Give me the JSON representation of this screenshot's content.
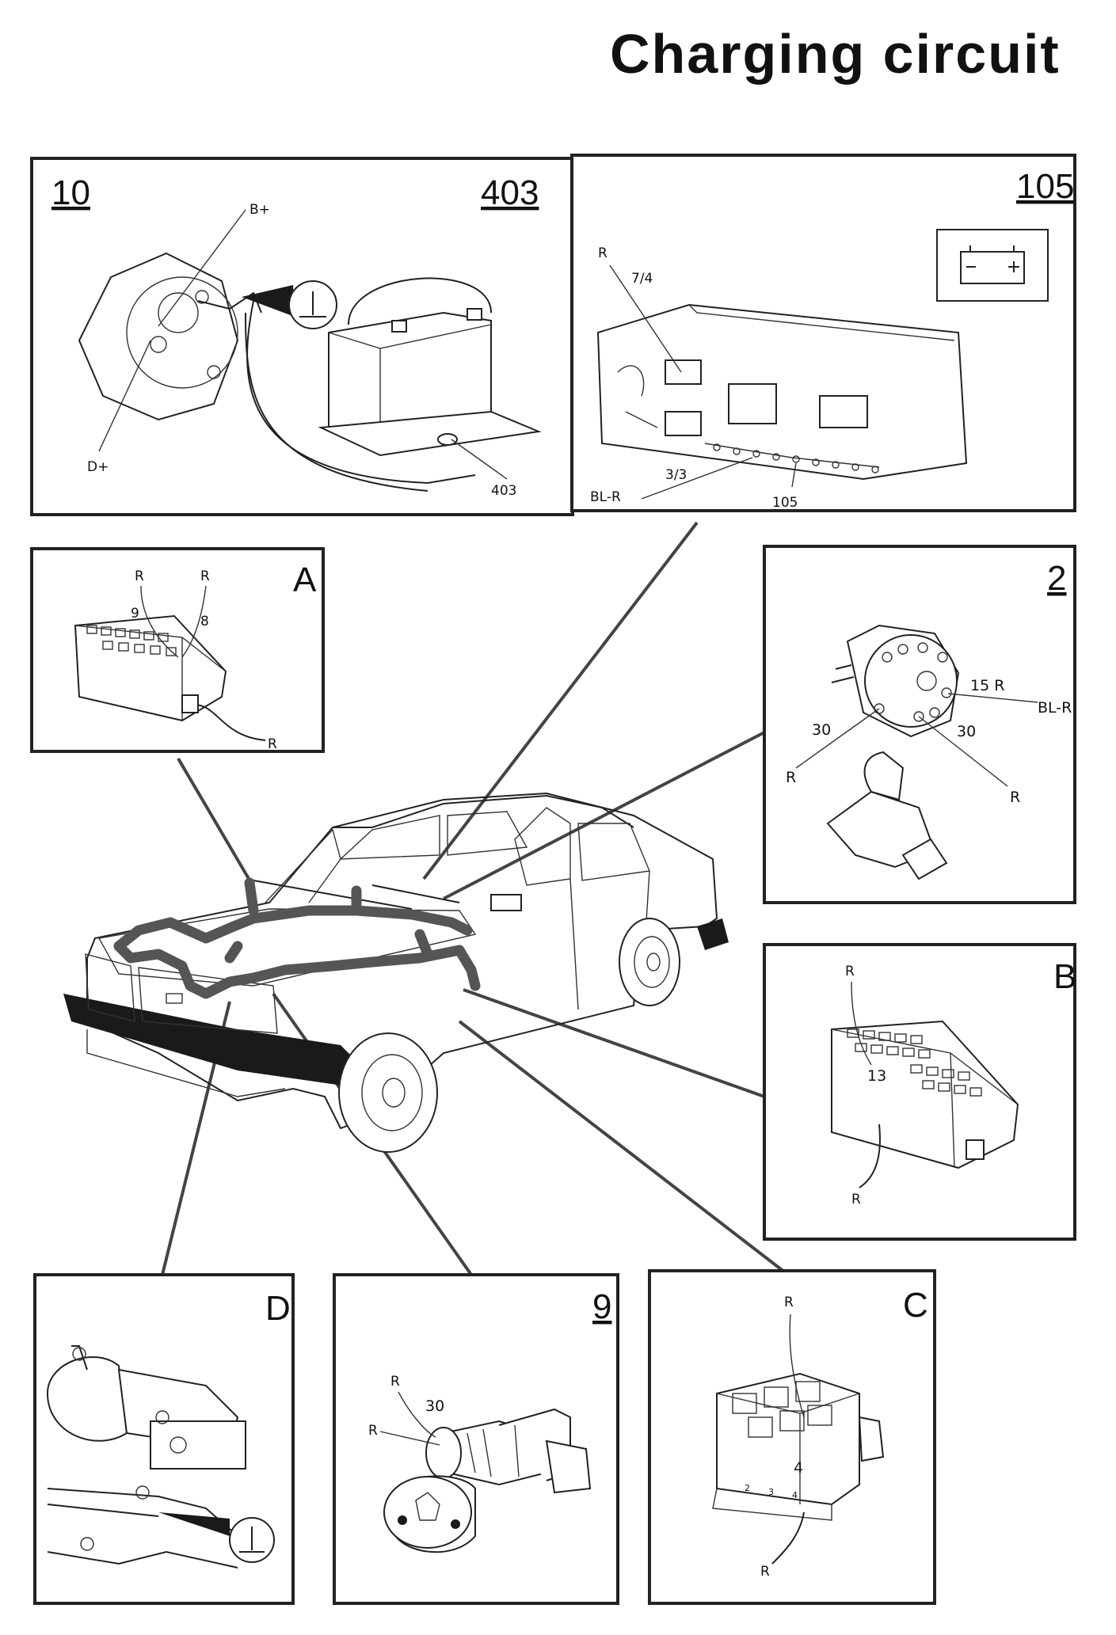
{
  "title": "Charging circuit",
  "panels": {
    "p10": {
      "id_left": "10",
      "id_right": "403",
      "labels": {
        "b_plus": "B+",
        "d_plus": "D+",
        "ground_ref": "403"
      },
      "icons": [
        "alternator-icon",
        "battery-icon",
        "ground-symbol-icon"
      ]
    },
    "p105": {
      "id": "105",
      "labels": {
        "r": "R",
        "pin_7_4": "7/4",
        "pin_3_3": "3/3",
        "bl_r": "BL-R",
        "ref_105": "105"
      },
      "icons": [
        "battery-symbol-icon",
        "instrument-cluster-icon"
      ]
    },
    "pA": {
      "id": "A",
      "labels": {
        "r1": "R",
        "r2": "R",
        "n9": "9",
        "n8": "8",
        "r3": "R"
      }
    },
    "p2": {
      "id": "2",
      "labels": {
        "t15r": "15 R",
        "bl_r": "BL-R",
        "n30a": "30",
        "n30b": "30",
        "r1": "R",
        "r2": "R"
      },
      "icons": [
        "ignition-switch-icon"
      ]
    },
    "pB": {
      "id": "B",
      "labels": {
        "r1": "R",
        "n13": "13",
        "r2": "R"
      }
    },
    "pD": {
      "id": "D",
      "icons": [
        "starter-motor-icon",
        "ground-symbol-icon"
      ]
    },
    "p9": {
      "id": "9",
      "labels": {
        "r1": "R",
        "n30": "30",
        "r2": "R"
      },
      "icons": [
        "starter-motor-icon"
      ]
    },
    "pC": {
      "id": "C",
      "labels": {
        "r1": "R",
        "n4": "4",
        "pins": [
          "2",
          "3",
          "4"
        ],
        "r2": "R"
      }
    }
  },
  "colors": {
    "ink": "#111111",
    "harness": "#555555"
  }
}
